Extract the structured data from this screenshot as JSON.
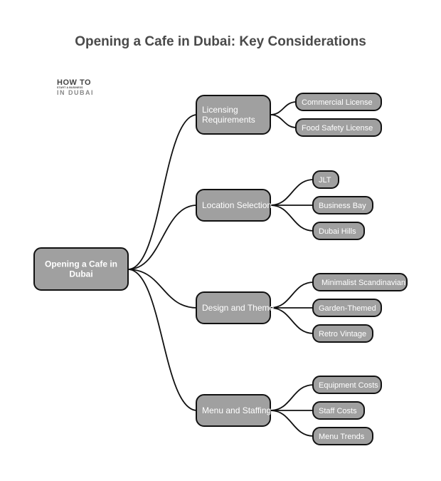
{
  "title": "Opening a Cafe in Dubai: Key Considerations",
  "logo": {
    "line1": "HOW TO",
    "line2": "START A BUSINESS",
    "line3": "IN DUBAI"
  },
  "colors": {
    "node_fill": "#a0a0a0",
    "node_stroke": "#111111",
    "text": "#ffffff"
  },
  "root": {
    "label": [
      "Opening a Cafe in",
      "Dubai"
    ]
  },
  "branches": [
    {
      "label": [
        "Licensing",
        "Requirements"
      ],
      "children": [
        "Commercial License",
        "Food Safety License"
      ]
    },
    {
      "label": [
        "Location Selection"
      ],
      "children": [
        "JLT",
        "Business Bay",
        "Dubai Hills"
      ]
    },
    {
      "label": [
        "Design and Theme"
      ],
      "children": [
        "Minimalist Scandinavian",
        "Garden-Themed",
        "Retro Vintage"
      ]
    },
    {
      "label": [
        "Menu and Staffing"
      ],
      "children": [
        "Equipment Costs",
        "Staff Costs",
        "Menu Trends"
      ]
    }
  ]
}
